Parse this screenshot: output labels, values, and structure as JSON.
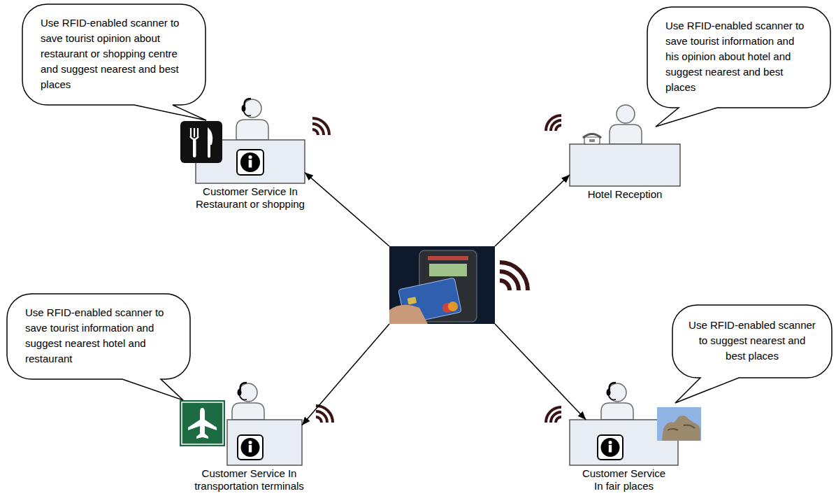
{
  "diagram": {
    "nodes": [
      {
        "text": [
          "Use RFID-enabled scanner to save tourist opinion about restaurant or shopping centre and suggest nearest and best places"
        ]
      },
      {
        "text": [
          "Use RFID-enabled scanner to save tourist information and his opinion about hotel and suggest nearest and best places"
        ]
      },
      {
        "text": [
          "Customer Service In Restaurant or shopping"
        ]
      },
      {
        "text": [
          "Hotel Reception"
        ]
      },
      {
        "text": []
      },
      {
        "text": [
          "Use RFID-enabled scanner to save tourist information and suggest nearest hotel and restaurant"
        ]
      },
      {
        "text": [
          "Use RFID-enabled scanner to suggest nearest and best places"
        ]
      },
      {
        "text": [
          "Customer Service In transportation terminals"
        ]
      },
      {
        "text": [
          "Customer Service In fair places"
        ]
      }
    ],
    "edges": [
      {
        "from": 4,
        "to": 2,
        "arrow": "to"
      },
      {
        "from": 4,
        "to": 3,
        "arrow": "to"
      },
      {
        "from": 4,
        "to": 7,
        "arrow": "to"
      },
      {
        "from": 4,
        "to": 8,
        "arrow": "to"
      }
    ]
  }
}
